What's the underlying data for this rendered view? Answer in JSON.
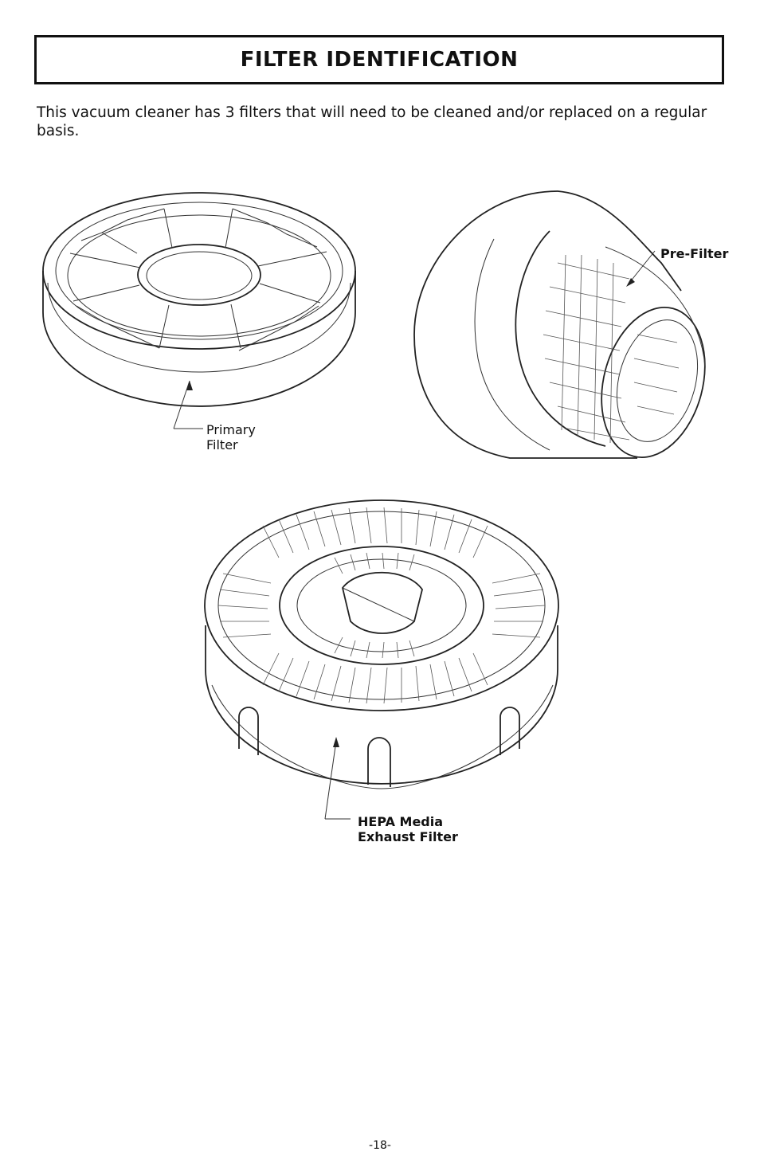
{
  "page": {
    "title": "FILTER IDENTIFICATION",
    "intro": "This vacuum cleaner has 3 filters that will need to be cleaned and/or replaced on a regular basis.",
    "page_number": "-18-"
  },
  "labels": {
    "primary_line1": "Primary",
    "primary_line2": "Filter",
    "prefilter": "Pre-Filter",
    "hepa_line1": "HEPA Media",
    "hepa_line2": "Exhaust Filter"
  }
}
